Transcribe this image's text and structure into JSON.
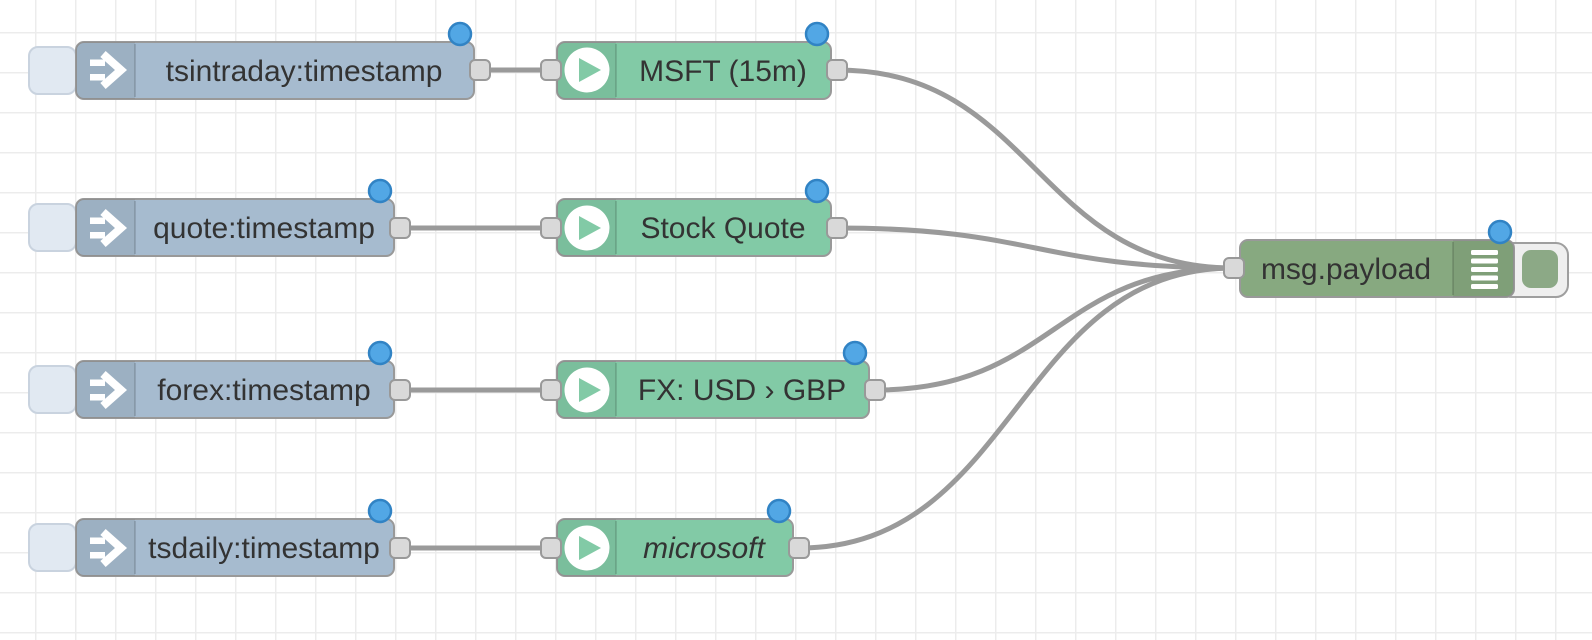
{
  "app": {
    "name": "Node-RED flow editor canvas"
  },
  "colors": {
    "inject_node": "#a6bbcf",
    "fetch_node": "#82caa6",
    "debug_node": "#87a980",
    "changed_dot_fill": "#52a7e5",
    "changed_dot_stroke": "#3183c4",
    "wire": "#9a9a9a",
    "node_border": "#999999",
    "port_fill": "#d9d9d9",
    "label_text": "#333333",
    "grid_line": "#ececec",
    "canvas_bg": "#ffffff"
  },
  "nodes": [
    {
      "label": "tsintraday:timestamp",
      "kind": "inject",
      "icon": "inject-arrow-icon",
      "changed": true
    },
    {
      "label": "quote:timestamp",
      "kind": "inject",
      "icon": "inject-arrow-icon",
      "changed": true
    },
    {
      "label": "forex:timestamp",
      "kind": "inject",
      "icon": "inject-arrow-icon",
      "changed": true
    },
    {
      "label": "tsdaily:timestamp",
      "kind": "inject",
      "icon": "inject-arrow-icon",
      "changed": true
    },
    {
      "label": "MSFT (15m)",
      "kind": "fetch",
      "icon": "play-icon",
      "changed": true
    },
    {
      "label": "Stock Quote",
      "kind": "fetch",
      "icon": "play-icon",
      "changed": true
    },
    {
      "label": "FX: USD › GBP",
      "kind": "fetch",
      "icon": "play-icon",
      "changed": true
    },
    {
      "label": "microsoft",
      "kind": "fetch",
      "icon": "play-icon",
      "changed": true,
      "italic": true
    },
    {
      "label": "msg.payload",
      "kind": "debug",
      "icon": "debug-list-icon",
      "changed": true,
      "toggle_enabled": true
    }
  ],
  "connections": [
    {
      "from": "tsintraday:timestamp",
      "to": "MSFT (15m)"
    },
    {
      "from": "quote:timestamp",
      "to": "Stock Quote"
    },
    {
      "from": "forex:timestamp",
      "to": "FX: USD › GBP"
    },
    {
      "from": "tsdaily:timestamp",
      "to": "microsoft"
    },
    {
      "from": "MSFT (15m)",
      "to": "msg.payload"
    },
    {
      "from": "Stock Quote",
      "to": "msg.payload"
    },
    {
      "from": "FX: USD › GBP",
      "to": "msg.payload"
    },
    {
      "from": "microsoft",
      "to": "msg.payload"
    }
  ]
}
